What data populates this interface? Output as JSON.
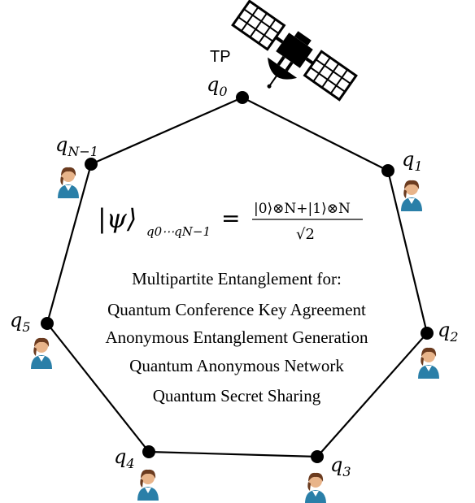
{
  "tp_label": "TP",
  "nodes": [
    {
      "id": "q0",
      "base": "q",
      "sub": "0"
    },
    {
      "id": "q1",
      "base": "q",
      "sub": "1"
    },
    {
      "id": "q2",
      "base": "q",
      "sub": "2"
    },
    {
      "id": "q3",
      "base": "q",
      "sub": "3"
    },
    {
      "id": "q4",
      "base": "q",
      "sub": "4"
    },
    {
      "id": "q5",
      "base": "q",
      "sub": "5"
    },
    {
      "id": "qN-1",
      "base": "q",
      "sub": "N−1"
    }
  ],
  "formula": {
    "ket_psi": "|ψ⟩",
    "subscript": "q0⋯qN−1",
    "equals": "=",
    "numerator": "|0⟩⊗N+|1⟩⊗N",
    "denominator": "√2"
  },
  "caption_lines": [
    "Multipartite Entanglement for:",
    "Quantum Conference Key Agreement",
    "Anonymous Entanglement Generation",
    "Quantum Anonymous Network",
    "Quantum Secret Sharing"
  ],
  "icons": {
    "satellite": "satellite-icon",
    "user": "user-icon"
  },
  "colors": {
    "node": "#000000",
    "edge": "#000000",
    "user_shirt": "#2a7fa8",
    "user_hair": "#6b3b1f",
    "user_skin": "#e8b48a"
  }
}
